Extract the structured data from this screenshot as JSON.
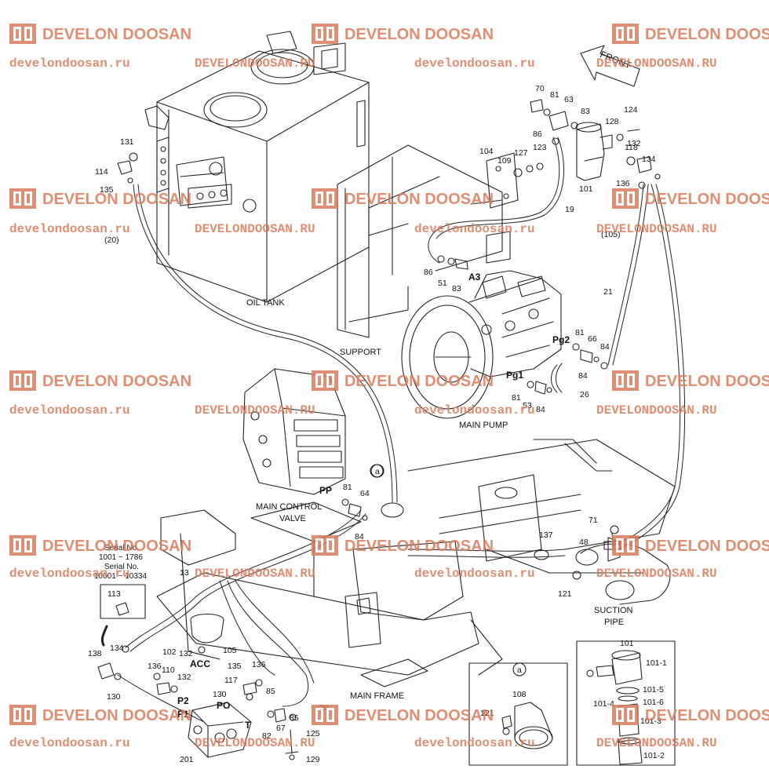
{
  "watermark": {
    "brand": "DEVELON DOOSAN",
    "url_lower": "develondoosan.ru",
    "url_upper": "DEVELONDOOSAN.RU",
    "color": "#d97a5a"
  },
  "diagram": {
    "line_color": "#222222",
    "component_labels": {
      "oil_tank": "OIL TANK",
      "support": "SUPPORT",
      "main_pump": "MAIN PUMP",
      "main_control_valve_1": "MAIN CONTROL",
      "main_control_valve_2": "VALVE",
      "main_frame": "MAIN FRAME",
      "suction_pipe_1": "SUCTION",
      "suction_pipe_2": "PIPE",
      "front": "FRONT",
      "serial_1": "Serial No.",
      "serial_2": "1001 ~ 1786",
      "serial_3": "Serial No.",
      "serial_4": "10001 ~ 10334"
    },
    "port_labels": [
      "A3",
      "Pg2",
      "Pg1",
      "PP",
      "ACC",
      "P2",
      "P1",
      "PO",
      "T"
    ],
    "part_numbers": [
      "70",
      "81",
      "63",
      "83",
      "124",
      "128",
      "86",
      "132",
      "118",
      "134",
      "104",
      "109",
      "127",
      "123",
      "101",
      "136",
      "131",
      "114",
      "135",
      "19",
      "(105)",
      "(20)",
      "86",
      "51",
      "83",
      "21",
      "81",
      "66",
      "84",
      "84",
      "26",
      "81",
      "53",
      "84",
      "a",
      "81",
      "64",
      "84",
      "71",
      "137",
      "48",
      "121",
      "13",
      "113",
      "138",
      "134",
      "130",
      "136",
      "110",
      "132",
      "102",
      "132",
      "135",
      "136",
      "117",
      "85",
      "130",
      "67",
      "85",
      "82",
      "125",
      "129",
      "201",
      "105",
      "20",
      "101",
      "101-1",
      "101-5",
      "101-4",
      "101-6",
      "101-3",
      "101-2",
      "108",
      "121",
      "a"
    ]
  }
}
